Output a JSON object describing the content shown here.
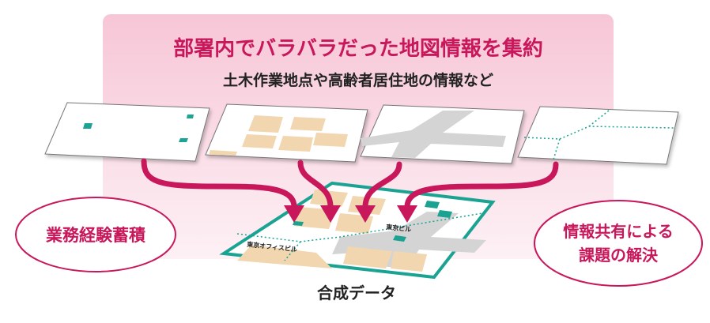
{
  "title": "部署内でバラバラだった地図情報を集約",
  "subtitle": "土木作業地点や高齢者居住地の情報など",
  "left_badge": "業務経験蓄積",
  "right_badge": {
    "line1": "情報共有による",
    "line2": "課題の解決"
  },
  "composite_label": "合成データ",
  "map_labels": {
    "building_a": "東京オフィスビル",
    "building_b": "東京ビル"
  },
  "colors": {
    "title": "#c8175a",
    "panel_top": "#f7c6d6",
    "panel_bottom": "#fdeef3",
    "arrow": "#c8175a",
    "badge_border": "#c8175a",
    "teal": "#1aa393",
    "block": "#f1d6b0",
    "road": "#d4d4d4"
  }
}
